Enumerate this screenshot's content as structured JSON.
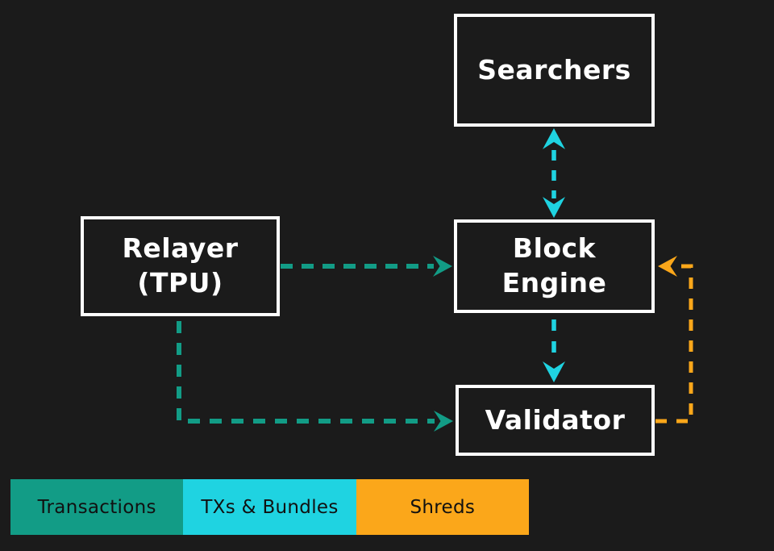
{
  "diagram": {
    "nodes": {
      "searchers": {
        "label": "Searchers"
      },
      "relayer": {
        "label": "Relayer\n(TPU)"
      },
      "block_engine": {
        "label": "Block\nEngine"
      },
      "validator": {
        "label": "Validator"
      }
    },
    "edges": [
      {
        "from": "searchers",
        "to": "block_engine",
        "direction": "bidirectional",
        "type": "txs_bundles",
        "style": "dashed"
      },
      {
        "from": "relayer",
        "to": "block_engine",
        "direction": "one_way",
        "type": "transactions",
        "style": "dashed"
      },
      {
        "from": "block_engine",
        "to": "validator",
        "direction": "one_way",
        "type": "txs_bundles",
        "style": "dashed"
      },
      {
        "from": "relayer",
        "to": "validator",
        "direction": "one_way",
        "type": "transactions",
        "style": "dashed"
      },
      {
        "from": "validator",
        "to": "block_engine",
        "direction": "one_way",
        "type": "shreds",
        "style": "dashed"
      }
    ],
    "legend": [
      {
        "label": "Transactions",
        "color": "#129c86"
      },
      {
        "label": "TXs & Bundles",
        "color": "#1fd3e1"
      },
      {
        "label": "Shreds",
        "color": "#fba71a"
      }
    ]
  },
  "colors": {
    "background": "#1b1b1b",
    "box_fill": "#1b1b1b",
    "box_border": "#ffffff",
    "box_text": "#ffffff",
    "transactions": "#129c86",
    "txs_bundles": "#1fd3e1",
    "shreds": "#fba71a",
    "legend_text": "#111111"
  }
}
